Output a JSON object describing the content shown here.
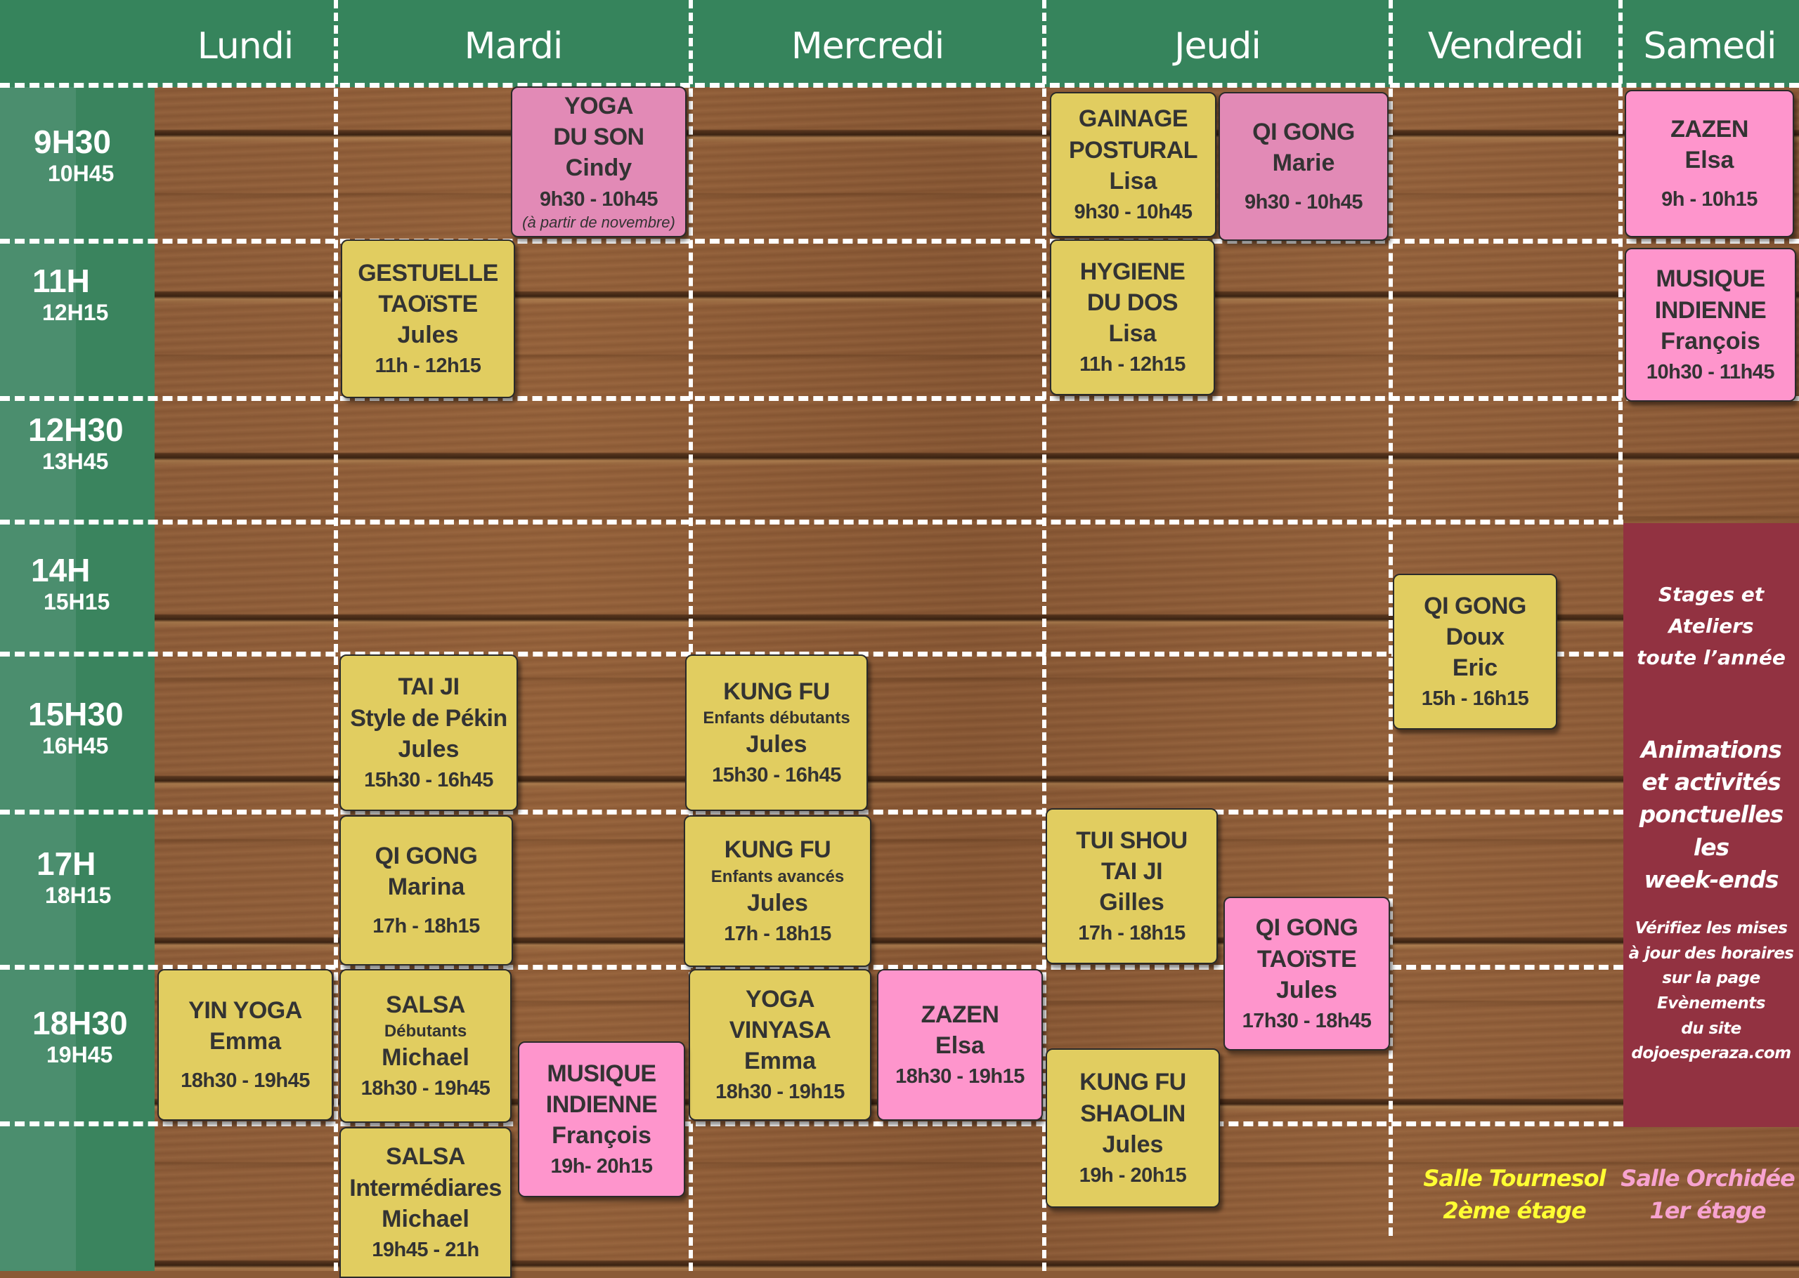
{
  "colors": {
    "header_green": "#36845c",
    "time_green_light": "#4b8e6e",
    "time_green_dark": "#3a845e",
    "card_yellow": "#e1cd60",
    "card_pink": "#fe95cc",
    "info_maroon": "#923241",
    "legend_yellow": "#ffff33",
    "legend_pink": "#f7a3d0"
  },
  "days": [
    "Lundi",
    "Mardi",
    "Mercredi",
    "Jeudi",
    "Vendredi",
    "Samedi"
  ],
  "time_slots": [
    {
      "start": "9H30",
      "end": "10H45"
    },
    {
      "start": "11H",
      "end": "12H15"
    },
    {
      "start": "12H30",
      "end": "13H45"
    },
    {
      "start": "14H",
      "end": "15H15"
    },
    {
      "start": "15H30",
      "end": "16H45"
    },
    {
      "start": "17H",
      "end": "18H15"
    },
    {
      "start": "18H30",
      "end": "19H45"
    }
  ],
  "classes": {
    "mardi_yoga_son": {
      "day": "Mardi",
      "room": "Salle Orchidée",
      "title1": "YOGA",
      "title2": "DU SON",
      "teacher": "Cindy",
      "hours": "9h30 - 10h45",
      "note": "(à partir de novembre)"
    },
    "jeudi_gainage": {
      "day": "Jeudi",
      "room": "Salle Tournesol",
      "title1": "GAINAGE",
      "title2": "POSTURAL",
      "teacher": "Lisa",
      "hours": "9h30 - 10h45"
    },
    "jeudi_qigong_marie": {
      "day": "Jeudi",
      "room": "Salle Orchidée",
      "title1": "QI GONG",
      "teacher": "Marie",
      "hours": "9h30 - 10h45"
    },
    "samedi_zazen": {
      "day": "Samedi",
      "room": "Salle Orchidée",
      "title1": "ZAZEN",
      "teacher": "Elsa",
      "hours": "9h - 10h15"
    },
    "mardi_gestuelle": {
      "day": "Mardi",
      "room": "Salle Tournesol",
      "title1": "GESTUELLE",
      "title2": "TAOïSTE",
      "teacher": "Jules",
      "hours": "11h - 12h15"
    },
    "jeudi_hygiene": {
      "day": "Jeudi",
      "room": "Salle Tournesol",
      "title1": "HYGIENE",
      "title2": "DU DOS",
      "teacher": "Lisa",
      "hours": "11h - 12h15"
    },
    "samedi_musique": {
      "day": "Samedi",
      "room": "Salle Orchidée",
      "title1": "MUSIQUE",
      "title2": "INDIENNE",
      "teacher": "François",
      "hours": "10h30 - 11h45"
    },
    "vendredi_qigong_doux": {
      "day": "Vendredi",
      "room": "Salle Tournesol",
      "title1": "QI GONG",
      "title2": "Doux",
      "teacher": "Eric",
      "hours": "15h - 16h15"
    },
    "mardi_taiji": {
      "day": "Mardi",
      "room": "Salle Tournesol",
      "title1": "TAI JI",
      "title2": "Style de Pékin",
      "teacher": "Jules",
      "hours": "15h30 - 16h45"
    },
    "mercredi_kungfu_deb": {
      "day": "Mercredi",
      "room": "Salle Tournesol",
      "title1": "KUNG FU",
      "sub": "Enfants débutants",
      "teacher": "Jules",
      "hours": "15h30 - 16h45"
    },
    "mardi_qigong_marina": {
      "day": "Mardi",
      "room": "Salle Tournesol",
      "title1": "QI GONG",
      "teacher": "Marina",
      "hours": "17h - 18h15"
    },
    "mercredi_kungfu_av": {
      "day": "Mercredi",
      "room": "Salle Tournesol",
      "title1": "KUNG FU",
      "sub": "Enfants avancés",
      "teacher": "Jules",
      "hours": "17h - 18h15"
    },
    "jeudi_tuishou": {
      "day": "Jeudi",
      "room": "Salle Tournesol",
      "title1": "TUI SHOU",
      "title2": "TAI JI",
      "teacher": "Gilles",
      "hours": "17h - 18h15"
    },
    "jeudi_qigong_taoiste": {
      "day": "Jeudi",
      "room": "Salle Orchidée",
      "title1": "QI GONG",
      "title2": "TAOïSTE",
      "teacher": "Jules",
      "hours": "17h30 - 18h45"
    },
    "lundi_yin_yoga": {
      "day": "Lundi",
      "room": "Salle Tournesol",
      "title1": "YIN YOGA",
      "teacher": "Emma",
      "hours": "18h30 - 19h45"
    },
    "mardi_salsa_deb": {
      "day": "Mardi",
      "room": "Salle Tournesol",
      "title1": "SALSA",
      "sub": "Débutants",
      "teacher": "Michael",
      "hours": "18h30 - 19h45"
    },
    "mercredi_yoga_vinyasa": {
      "day": "Mercredi",
      "room": "Salle Tournesol",
      "title1": "YOGA",
      "title2": "VINYASA",
      "teacher": "Emma",
      "hours": "18h30 - 19h15"
    },
    "mercredi_zazen": {
      "day": "Mercredi",
      "room": "Salle Orchidée",
      "title1": "ZAZEN",
      "teacher": "Elsa",
      "hours": "18h30 - 19h15"
    },
    "mardi_musique": {
      "day": "Mardi",
      "room": "Salle Orchidée",
      "title1": "MUSIQUE",
      "title2": "INDIENNE",
      "teacher": "François",
      "hours": "19h- 20h15"
    },
    "jeudi_kungfu_shaolin": {
      "day": "Jeudi",
      "room": "Salle Tournesol",
      "title1": "KUNG FU",
      "title2": "SHAOLIN",
      "teacher": "Jules",
      "hours": "19h - 20h15"
    },
    "mardi_salsa_int": {
      "day": "Mardi",
      "room": "Salle Tournesol",
      "title1": "SALSA",
      "title2": "Intermédiares",
      "teacher": "Michael",
      "hours": "19h45 - 21h"
    }
  },
  "info_panel": {
    "block1": [
      "Stages et",
      "Ateliers",
      "toute l’année"
    ],
    "block2": [
      "Animations",
      "et activités",
      "ponctuelles les",
      "week-ends"
    ],
    "block3": [
      "Vérifiez les  mises",
      "à jour des horaires",
      "sur la page",
      "Evènements",
      "du site",
      "dojoesperaza.com"
    ]
  },
  "legend": {
    "tournesol": {
      "line1": "Salle Tournesol",
      "line2": "2ème étage"
    },
    "orchidee": {
      "line1": "Salle Orchidée",
      "line2": "1er étage"
    }
  }
}
